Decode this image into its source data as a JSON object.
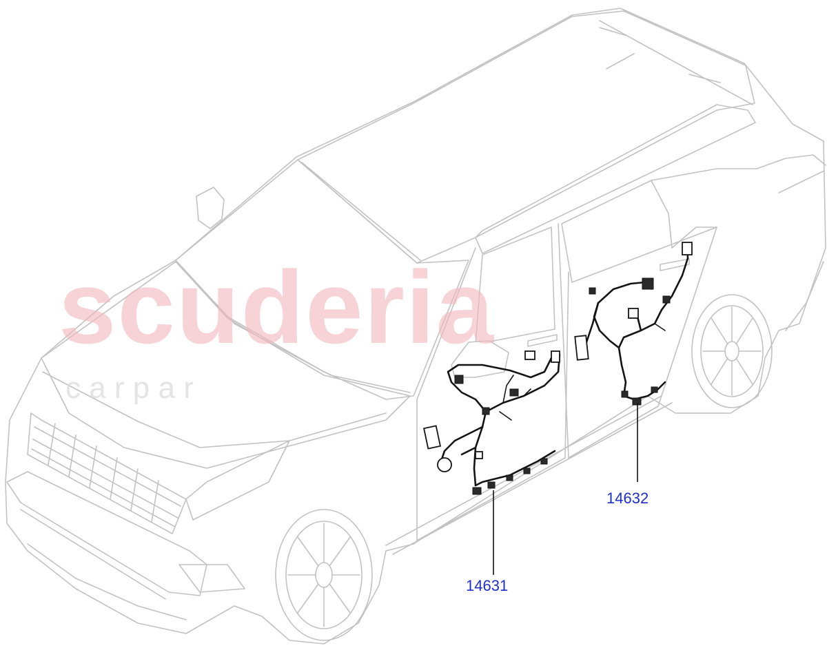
{
  "watermark": {
    "brand": "scuderia",
    "tagline": "c   a   r       p   a   r"
  },
  "callouts": {
    "front_door_harness": "14631",
    "rear_door_harness": "14632"
  },
  "colors": {
    "callout_text": "#1f2fcc",
    "watermark_text": "#f2b6bc",
    "vehicle_outline": "#c2c2c2",
    "harness": "#141414"
  }
}
